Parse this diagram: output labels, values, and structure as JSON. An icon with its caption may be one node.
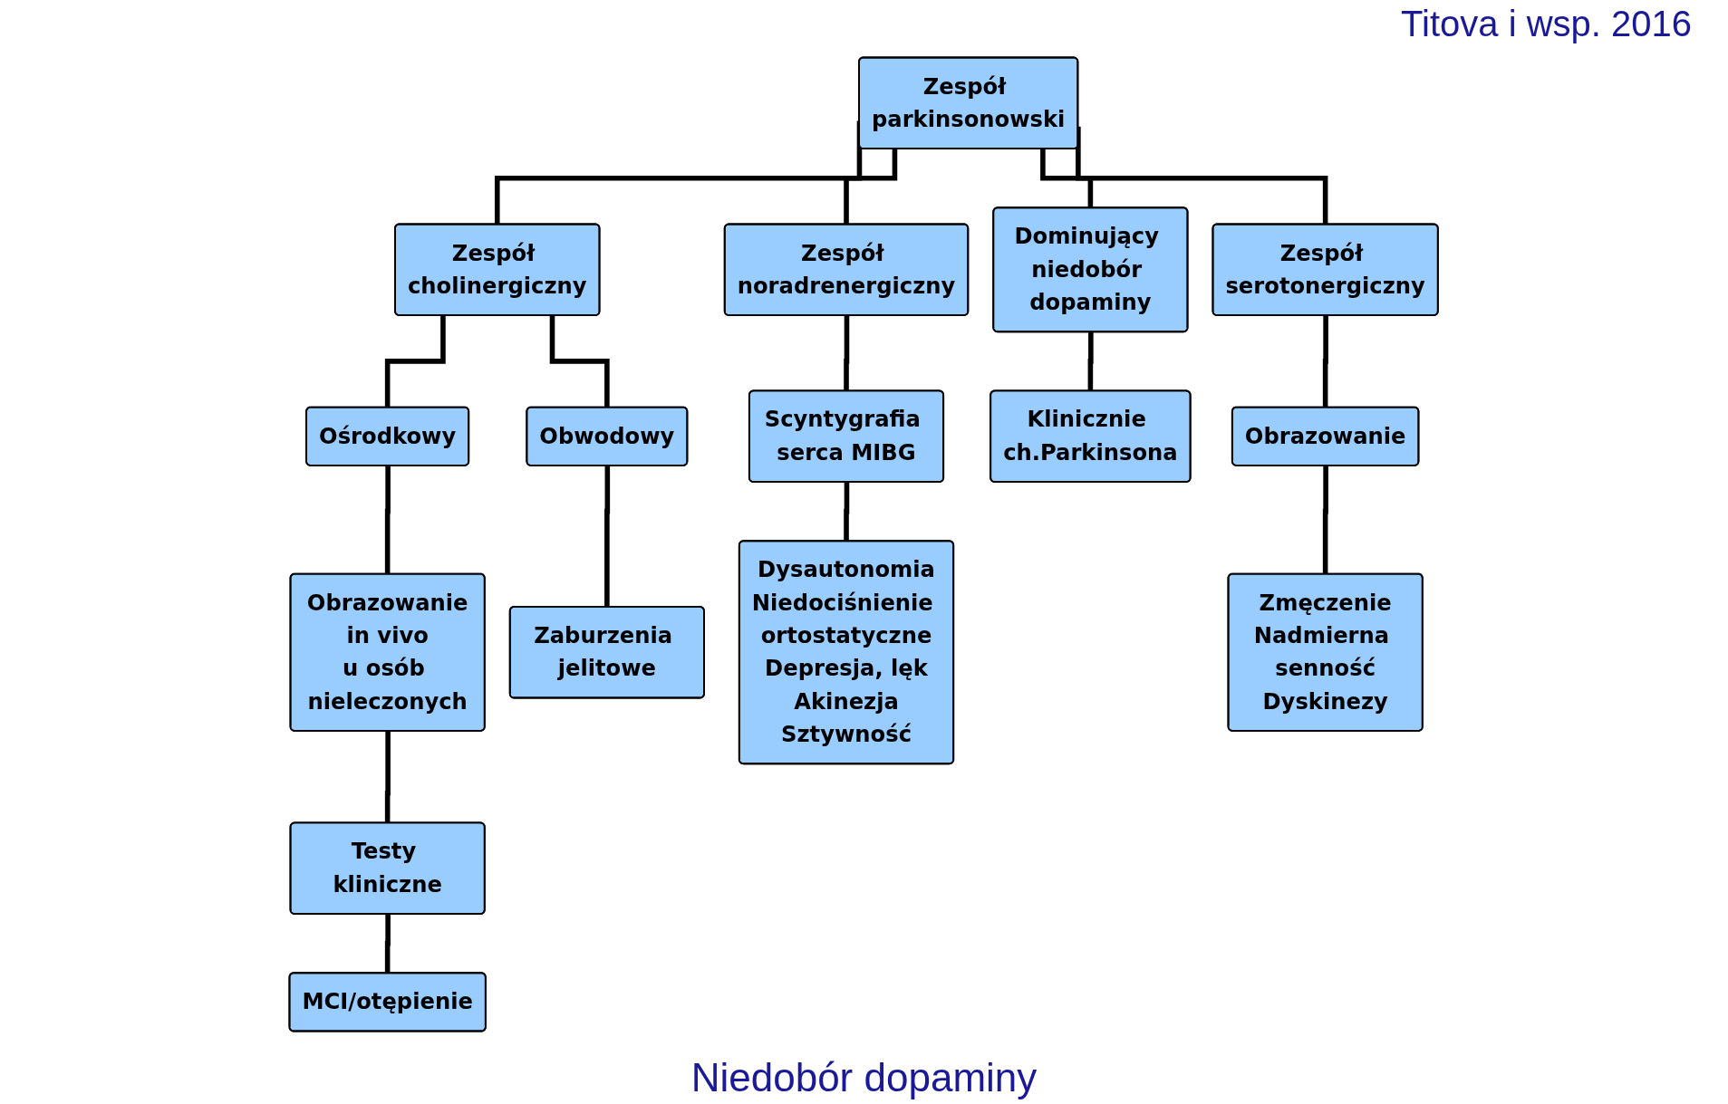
{
  "diagram": {
    "nodes": [
      {
        "text": [
          "Zespół parkinsonowski"
        ]
      },
      {
        "text": [
          "Zespół cholinergiczny"
        ]
      },
      {
        "text": [
          "Zespół noradrenergiczny"
        ]
      },
      {
        "text": [
          "Dominujący niedobór dopaminy"
        ]
      },
      {
        "text": [
          "Zespół serotonergiczny"
        ]
      },
      {
        "text": [
          "Ośrodkowy"
        ]
      },
      {
        "text": [
          "Obwodowy"
        ]
      },
      {
        "text": [
          "Obrazowanie",
          "in vivo",
          "u osób nieleczonych"
        ]
      },
      {
        "text": [
          "Zaburzenia jelitowe"
        ]
      },
      {
        "text": [
          "Testy kliniczne"
        ]
      },
      {
        "text": [
          "MCI/otępienie"
        ]
      },
      {
        "text": [
          "Scyntygrafia serca MIBG"
        ]
      },
      {
        "text": [
          "Dysautonomia",
          "Niedociśnienie ortostatyczne",
          "Depresja, lęk",
          "Akinezja",
          "Sztywność"
        ]
      },
      {
        "text": [
          "Klinicznie ch.Parkinsona"
        ]
      },
      {
        "text": [
          "Obrazowanie"
        ]
      },
      {
        "text": [
          "Zmęczenie",
          "Nadmierna senność",
          "Dyskinezy"
        ]
      }
    ],
    "edges": [
      {
        "from": 0,
        "to": 1,
        "arrow": "none"
      },
      {
        "from": 0,
        "to": 2,
        "arrow": "none"
      },
      {
        "from": 0,
        "to": 3,
        "arrow": "none"
      },
      {
        "from": 0,
        "to": 4,
        "arrow": "none"
      },
      {
        "from": 1,
        "to": 5,
        "arrow": "none"
      },
      {
        "from": 1,
        "to": 6,
        "arrow": "none"
      },
      {
        "from": 5,
        "to": 7,
        "arrow": "none"
      },
      {
        "from": 7,
        "to": 9,
        "arrow": "none"
      },
      {
        "from": 9,
        "to": 10,
        "arrow": "none"
      },
      {
        "from": 6,
        "to": 8,
        "arrow": "none"
      },
      {
        "from": 2,
        "to": 11,
        "arrow": "none"
      },
      {
        "from": 11,
        "to": 12,
        "arrow": "none"
      },
      {
        "from": 3,
        "to": 13,
        "arrow": "none"
      },
      {
        "from": 4,
        "to": 14,
        "arrow": "none"
      },
      {
        "from": 14,
        "to": 15,
        "arrow": "none"
      }
    ],
    "labels": [
      "Titova i wsp. 2016",
      "Niedobór dopaminy"
    ]
  }
}
